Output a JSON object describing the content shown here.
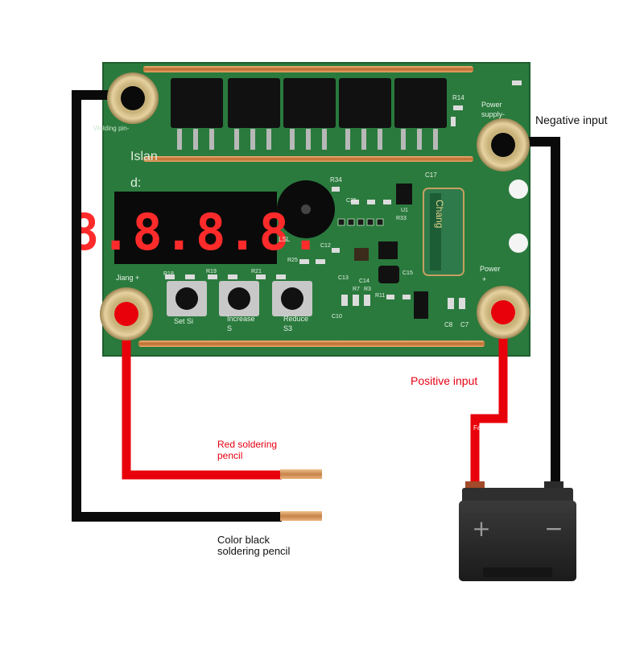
{
  "annotations": {
    "negative_input": "Negative input",
    "positive_input": "Positive input",
    "red_pencil_line1": "Red soldering",
    "red_pencil_line2": "pencil",
    "black_pencil_line1": "Color black",
    "black_pencil_line2": "soldering pencil"
  },
  "board_silkscreen": {
    "welding_pin": "Welding pin-",
    "power_supply_line1": "Power",
    "power_supply_line2": "supply-",
    "brand_line1": "Islan",
    "brand_line2": "d:",
    "jiang_plus": "Jiang +",
    "power_line1": "Power",
    "power_line2": "+",
    "set_line1": "Set Si",
    "increase_line1": "Increase",
    "increase_line2": "S",
    "reduce_line1": "Reduce",
    "reduce_line2": "S3",
    "r14": "R14",
    "r34": "R34",
    "r18": "R18",
    "r19": "R19",
    "r21": "R21",
    "r25": "R25",
    "r33": "R33",
    "r7": "R7",
    "r3": "R3",
    "r11": "R11",
    "c17": "C17",
    "c25": "C25",
    "c12": "C12",
    "c13": "C13",
    "c14": "C14",
    "c15": "C15",
    "c10": "C10",
    "c8": "C8",
    "c7": "C7",
    "u1": "U1",
    "lsl": "LSL",
    "capacitor_text": "Chang"
  },
  "display": {
    "digits": "8.8.8.8."
  },
  "battery": {
    "plus": "+",
    "minus": "−",
    "tag": "Fa or"
  },
  "colors": {
    "pcb": "#2a7a3d",
    "pcb_dark": "#1f5e2f",
    "copper": "#c98a4a",
    "red_wire": "#e8000a",
    "black_wire": "#0a0a0a",
    "annotation_red": "#e60012",
    "display_segment": "#ff2b2b"
  }
}
